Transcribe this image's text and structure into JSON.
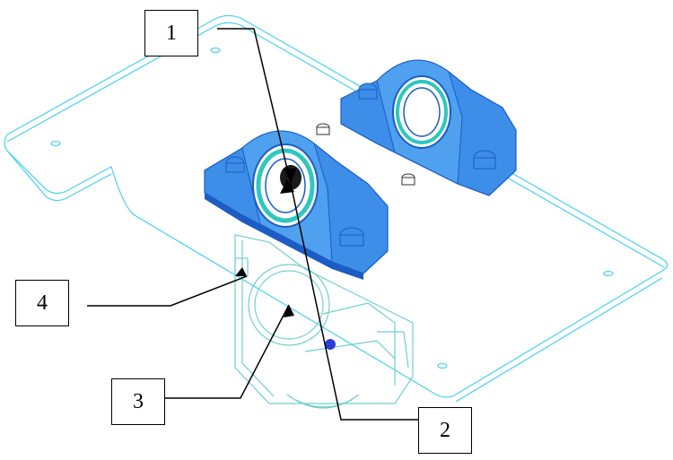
{
  "callouts": [
    {
      "id": "1",
      "label": "1"
    },
    {
      "id": "2",
      "label": "2"
    },
    {
      "id": "3",
      "label": "3"
    },
    {
      "id": "4",
      "label": "4"
    }
  ],
  "colors": {
    "plate_line": "#46d2ee",
    "bearing_fill": "#3c8ee8",
    "bearing_dark": "#1c5cc4",
    "housing_line": "#6fcfcf",
    "teal_ring": "#2ec7c0",
    "leader": "#000000"
  },
  "icons": {
    "bearing_unit": "pillow-block-bearing",
    "bolt": "hex-bolt",
    "plate": "mounting-plate",
    "housing": "gear-housing"
  }
}
